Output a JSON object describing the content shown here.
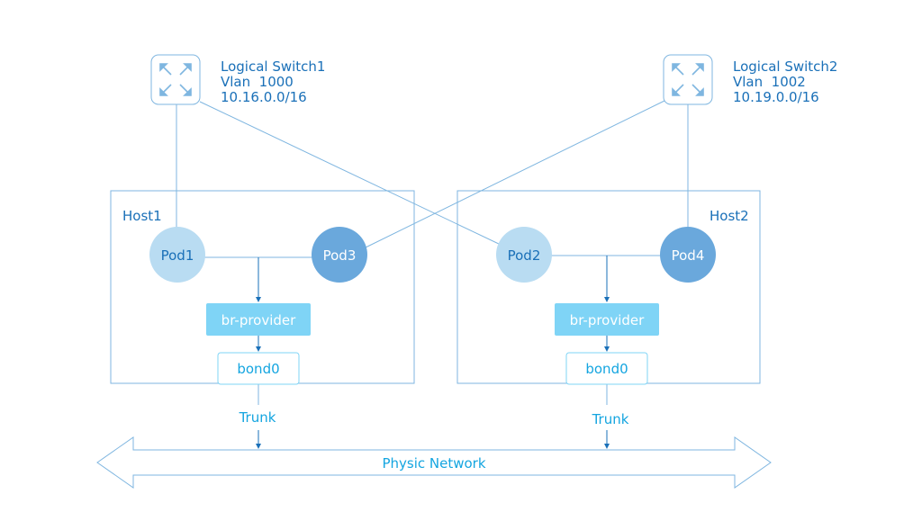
{
  "colors": {
    "line": "#7fb6e0",
    "text": "#1a70b8",
    "pod_light": "#b9dcf2",
    "pod_dark": "#6aa8dc",
    "bridge": "#7fd4f6",
    "bridge_text": "#ffffff",
    "trunk_text": "#14a5e0",
    "network": "#ffffff"
  },
  "switches": [
    {
      "icon": "switch-icon",
      "name": "Logical Switch1",
      "vlan": "Vlan  1000",
      "cidr": "10.16.0.0/16"
    },
    {
      "icon": "switch-icon",
      "name": "Logical Switch2",
      "vlan": "Vlan  1002",
      "cidr": "10.19.0.0/16"
    }
  ],
  "hosts": [
    {
      "label": "Host1",
      "pod_a": "Pod1",
      "pod_b": "Pod3",
      "bridge": "br-provider",
      "bond": "bond0",
      "trunk": "Trunk"
    },
    {
      "label": "Host2",
      "pod_a": "Pod2",
      "pod_b": "Pod4",
      "bridge": "br-provider",
      "bond": "bond0",
      "trunk": "Trunk"
    }
  ],
  "network": {
    "label": "Physic Network"
  }
}
